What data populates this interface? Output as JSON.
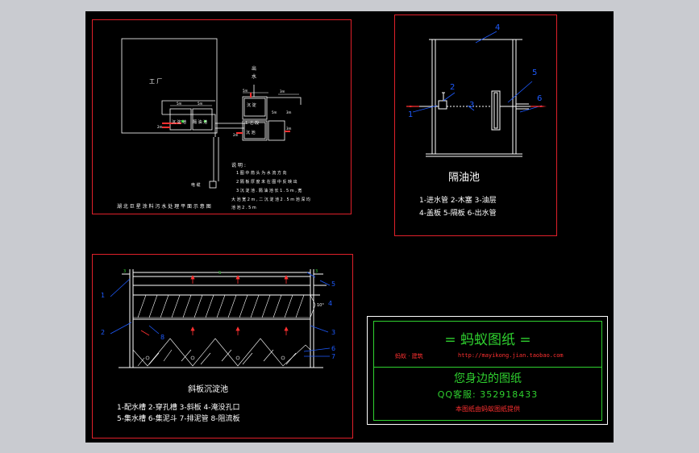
{
  "plant": {
    "factory_label": "工  厂",
    "outlet_top": "出\n水",
    "room_labels": [
      "沉 淀 池",
      "隔 油 池",
      "沉 淀",
      "工 艺 段",
      "沉 池"
    ],
    "dims": [
      "5m",
      "5m",
      "3m",
      "2m",
      "5m",
      "5m",
      "3m",
      "3m",
      "2m"
    ],
    "pipe_label": "电 缆",
    "notes_title": "说 明 :",
    "notes": [
      "1  图 中 箭 头 为 水 流 方 向",
      "2  隔 板 厚 度 未 在 图 中 反 映 出",
      "3  沉 淀 池 . 隔 油 池 长 1 . 5 m ,  宽",
      "   大 池 宽 2 m ,  二 沉 淀 池 2 . 5 m  池 深 均",
      "   池 池 2 . 5 m"
    ],
    "caption": "湖 北 巨 星 涂 料 污 水 处 理 平 面 示 意 图"
  },
  "oil": {
    "title": "隔油池",
    "legend": [
      "1-进水管  2-木塞  3-油层",
      "4-盖板  5-隔板  6-出水管"
    ],
    "callouts": [
      "1",
      "2",
      "3",
      "4",
      "5",
      "6"
    ]
  },
  "settle": {
    "title": "斜板沉淀池",
    "legend": [
      "1-配水槽  2-穿孔槽  3-斜板  4-淹没孔口",
      "5-集水槽  6-集泥斗  7-排泥管  8-阻流板"
    ],
    "callouts": [
      "1",
      "2",
      "3",
      "4",
      "5",
      "6",
      "7",
      "8"
    ],
    "dims": [
      "3",
      "S",
      "3",
      "10°"
    ]
  },
  "title_block": {
    "main": "=  蚂蚁图纸  =",
    "sub_left": "蚂蚁 · 建筑",
    "url": "http://mayikong.jian.taobao.com",
    "slogan": "您身边的图纸",
    "qq": "QQ客服: 352918433",
    "note": "本图纸由蚂蚁图纸提供"
  },
  "colors": {
    "frame": "#e0202a",
    "line": "#ffffff",
    "accent": "#1e5bff",
    "green": "#2fd12f",
    "red": "#ff3030"
  }
}
